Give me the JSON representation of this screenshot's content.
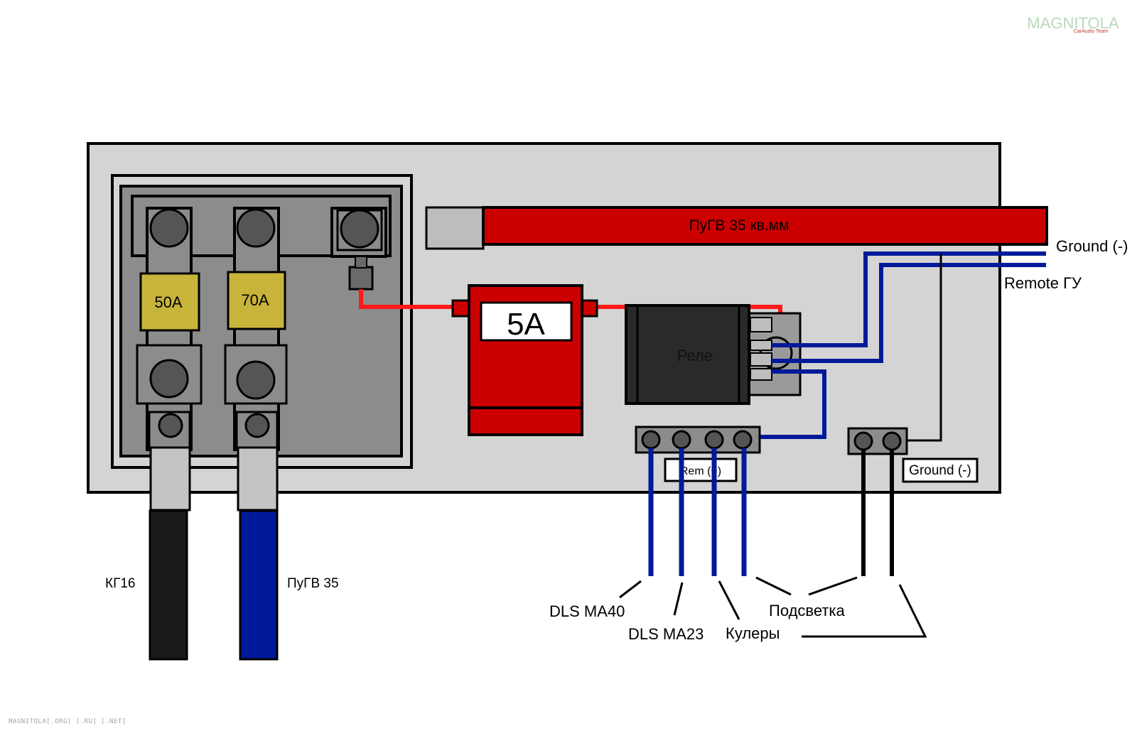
{
  "watermark": {
    "logo": "MAGNITOLA",
    "logo_sub": "CarAudio Team"
  },
  "footer": {
    "text": "MAGNITOLA[.ORG] [.RU] [.NET]"
  },
  "colors": {
    "panel": "#d4d4d4",
    "block_dark": "#8c8c8c",
    "terminal": "#555555",
    "fuse_yellow": "#c8b43a",
    "red": "#cc0000",
    "wire_red": "#ff1a1a",
    "blue": "#001a99",
    "black": "#1a1a1a",
    "relay": "#2a2a2a"
  },
  "fuses": {
    "fuse1": "50A",
    "fuse2": "70A"
  },
  "main_cable": {
    "label": "ПуГВ 35 кв.мм"
  },
  "inline_fuse": {
    "label": "5A"
  },
  "relay": {
    "label": "Реле"
  },
  "inputs": {
    "ground": "Ground (-)",
    "remote": "Remote ГУ"
  },
  "rem_block": {
    "label": "Rem (+)"
  },
  "ground_block": {
    "label": "Ground (-)"
  },
  "input_cables": {
    "cable1": "КГ16",
    "cable2": "ПуГВ 35"
  },
  "outputs": {
    "dls_ma40": "DLS MA40",
    "dls_ma23": "DLS MA23",
    "coolers": "Кулеры",
    "backlight": "Подсветка"
  }
}
